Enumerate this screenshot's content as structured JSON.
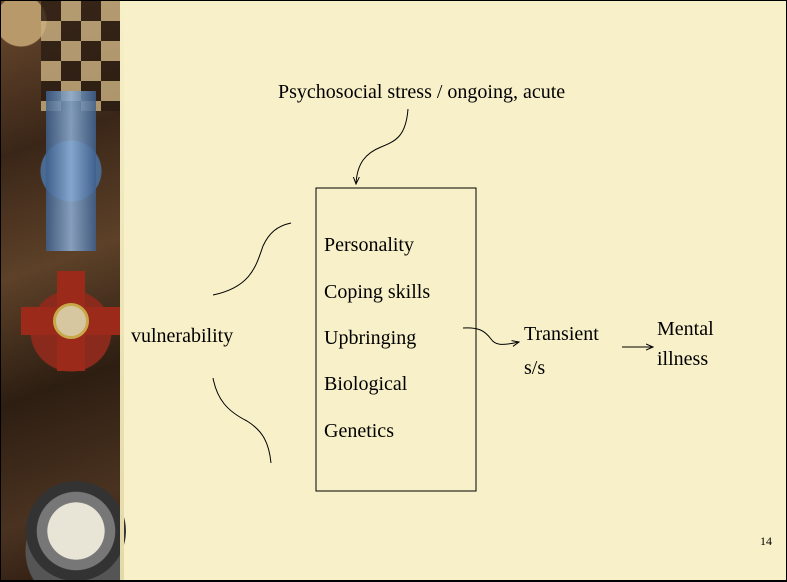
{
  "title": "Psychosocial stress / ongoing, acute",
  "factors": [
    "Personality",
    "Coping skills",
    "Upbringing",
    "Biological",
    "Genetics"
  ],
  "left_label": "vulnerability",
  "transient_line1": "Transient",
  "transient_line2": "s/s",
  "outcome_line1": "Mental",
  "outcome_line2": "illness",
  "page_number": "14"
}
